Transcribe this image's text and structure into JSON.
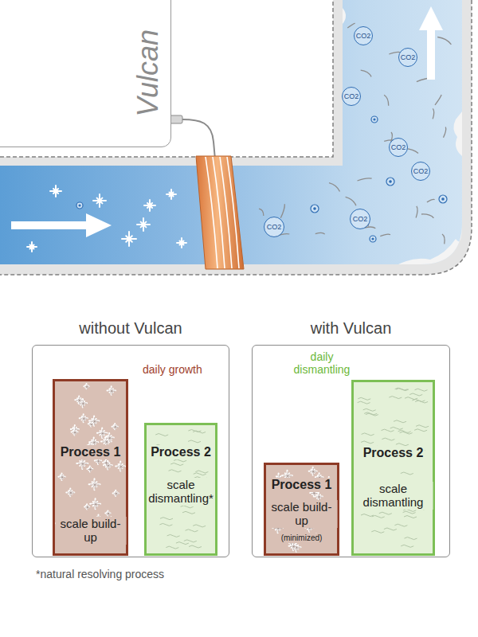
{
  "diagram": {
    "nodes": [
      {
        "text": [
          "Vulcan"
        ]
      },
      {
        "text": [
          "CO2"
        ]
      },
      {
        "text": [
          "CO2"
        ]
      },
      {
        "text": [
          "CO2"
        ]
      },
      {
        "text": [
          "CO2"
        ]
      },
      {
        "text": [
          "CO2"
        ]
      },
      {
        "text": [
          "CO2"
        ]
      },
      {
        "text": [
          "CO2"
        ]
      },
      {
        "text": [
          "without Vulcan",
          "daily growth"
        ]
      },
      {
        "text": [
          "Process 1",
          "scale build-up"
        ],
        "in": 8
      },
      {
        "text": [
          "Process 2",
          "scale dismantling*"
        ],
        "in": 8
      },
      {
        "text": [
          "with Vulcan",
          "daily dismantling"
        ]
      },
      {
        "text": [
          "Process 1",
          "scale build-up",
          "(minimized)"
        ],
        "in": 11
      },
      {
        "text": [
          "Process 2",
          "scale dismantling"
        ],
        "in": 11
      }
    ],
    "labels": [
      "*natural resolving process"
    ]
  }
}
